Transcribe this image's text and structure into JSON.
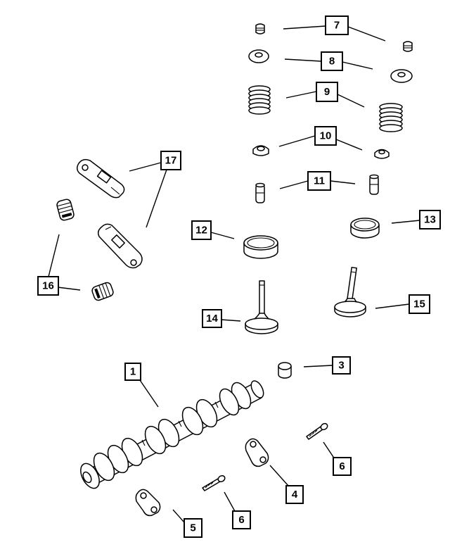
{
  "diagram": {
    "callouts": [
      {
        "id": "c1",
        "label": "1"
      },
      {
        "id": "c3",
        "label": "3"
      },
      {
        "id": "c4",
        "label": "4"
      },
      {
        "id": "c5",
        "label": "5"
      },
      {
        "id": "c6a",
        "label": "6"
      },
      {
        "id": "c6b",
        "label": "6"
      },
      {
        "id": "c7",
        "label": "7"
      },
      {
        "id": "c8",
        "label": "8"
      },
      {
        "id": "c9",
        "label": "9"
      },
      {
        "id": "c10",
        "label": "10"
      },
      {
        "id": "c11",
        "label": "11"
      },
      {
        "id": "c12",
        "label": "12"
      },
      {
        "id": "c13",
        "label": "13"
      },
      {
        "id": "c14",
        "label": "14"
      },
      {
        "id": "c15",
        "label": "15"
      },
      {
        "id": "c16",
        "label": "16"
      },
      {
        "id": "c17",
        "label": "17"
      }
    ],
    "parts": [
      {
        "callout": "1",
        "icon": "camshaft-icon"
      },
      {
        "callout": "3",
        "icon": "plug-icon"
      },
      {
        "callout": "4",
        "icon": "bearing-cap-icon"
      },
      {
        "callout": "5",
        "icon": "bearing-cap-icon"
      },
      {
        "callout": "6",
        "icon": "bolt-icon"
      },
      {
        "callout": "7",
        "icon": "valve-keeper-icon"
      },
      {
        "callout": "8",
        "icon": "spring-retainer-icon"
      },
      {
        "callout": "9",
        "icon": "valve-spring-icon"
      },
      {
        "callout": "10",
        "icon": "valve-seal-icon"
      },
      {
        "callout": "11",
        "icon": "valve-guide-icon"
      },
      {
        "callout": "12",
        "icon": "valve-seat-insert-icon"
      },
      {
        "callout": "13",
        "icon": "valve-seat-insert-icon"
      },
      {
        "callout": "14",
        "icon": "intake-valve-icon"
      },
      {
        "callout": "15",
        "icon": "exhaust-valve-icon"
      },
      {
        "callout": "16",
        "icon": "lash-adjuster-icon"
      },
      {
        "callout": "17",
        "icon": "rocker-arm-icon"
      }
    ]
  }
}
